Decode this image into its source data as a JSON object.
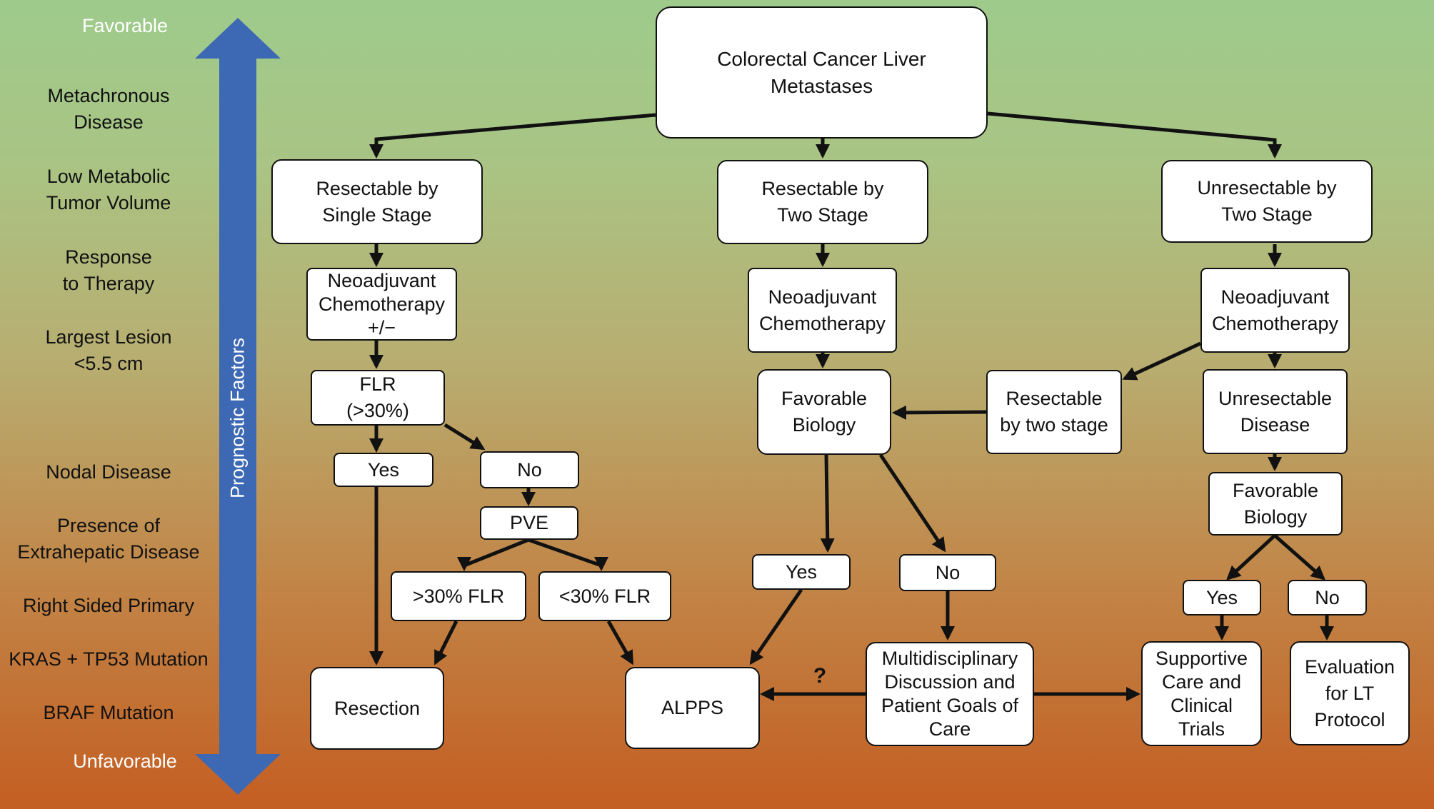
{
  "prognostic": {
    "axis_title": "Prognostic Factors",
    "top_label": "Favorable",
    "bottom_label": "Unfavorable",
    "factors": [
      "Metachronous\nDisease",
      "Low Metabolic\nTumor Volume",
      "Response\nto Therapy",
      "Largest Lesion\n<5.5 cm",
      "Nodal Disease",
      "Presence of\nExtrahepatic Disease",
      "Right Sided Primary",
      "KRAS + TP53 Mutation",
      "BRAF Mutation"
    ],
    "arrow_color": "#3d68b4"
  },
  "flow": {
    "root": "Colorectal Cancer Liver\nMetastases",
    "left": {
      "branch": "Resectable by\nSingle Stage",
      "neoadjuvant": "Neoadjuvant\nChemotherapy\n+/−",
      "flr": "FLR\n(>30%)",
      "yes": "Yes",
      "no": "No",
      "pve": "PVE",
      "gt_flr": ">30% FLR",
      "lt_flr": "<30% FLR",
      "resection": "Resection",
      "alpps": "ALPPS"
    },
    "middle": {
      "branch": "Resectable by\nTwo Stage",
      "neoadjuvant": "Neoadjuvant\nChemotherapy",
      "favorable": "Favorable\nBiology",
      "yes": "Yes",
      "no": "No",
      "mdt": "Multidisciplinary\nDiscussion and\nPatient Goals of\nCare",
      "question": "?"
    },
    "right": {
      "branch": "Unresectable by\nTwo Stage",
      "neoadjuvant": "Neoadjuvant\nChemotherapy",
      "resectable_two": "Resectable\nby two stage",
      "unresectable": "Unresectable\nDisease",
      "favorable": "Favorable\nBiology",
      "yes": "Yes",
      "no": "No",
      "supportive": "Supportive\nCare and\nClinical\nTrials",
      "lt": "Evaluation\nfor LT\nProtocol"
    }
  }
}
